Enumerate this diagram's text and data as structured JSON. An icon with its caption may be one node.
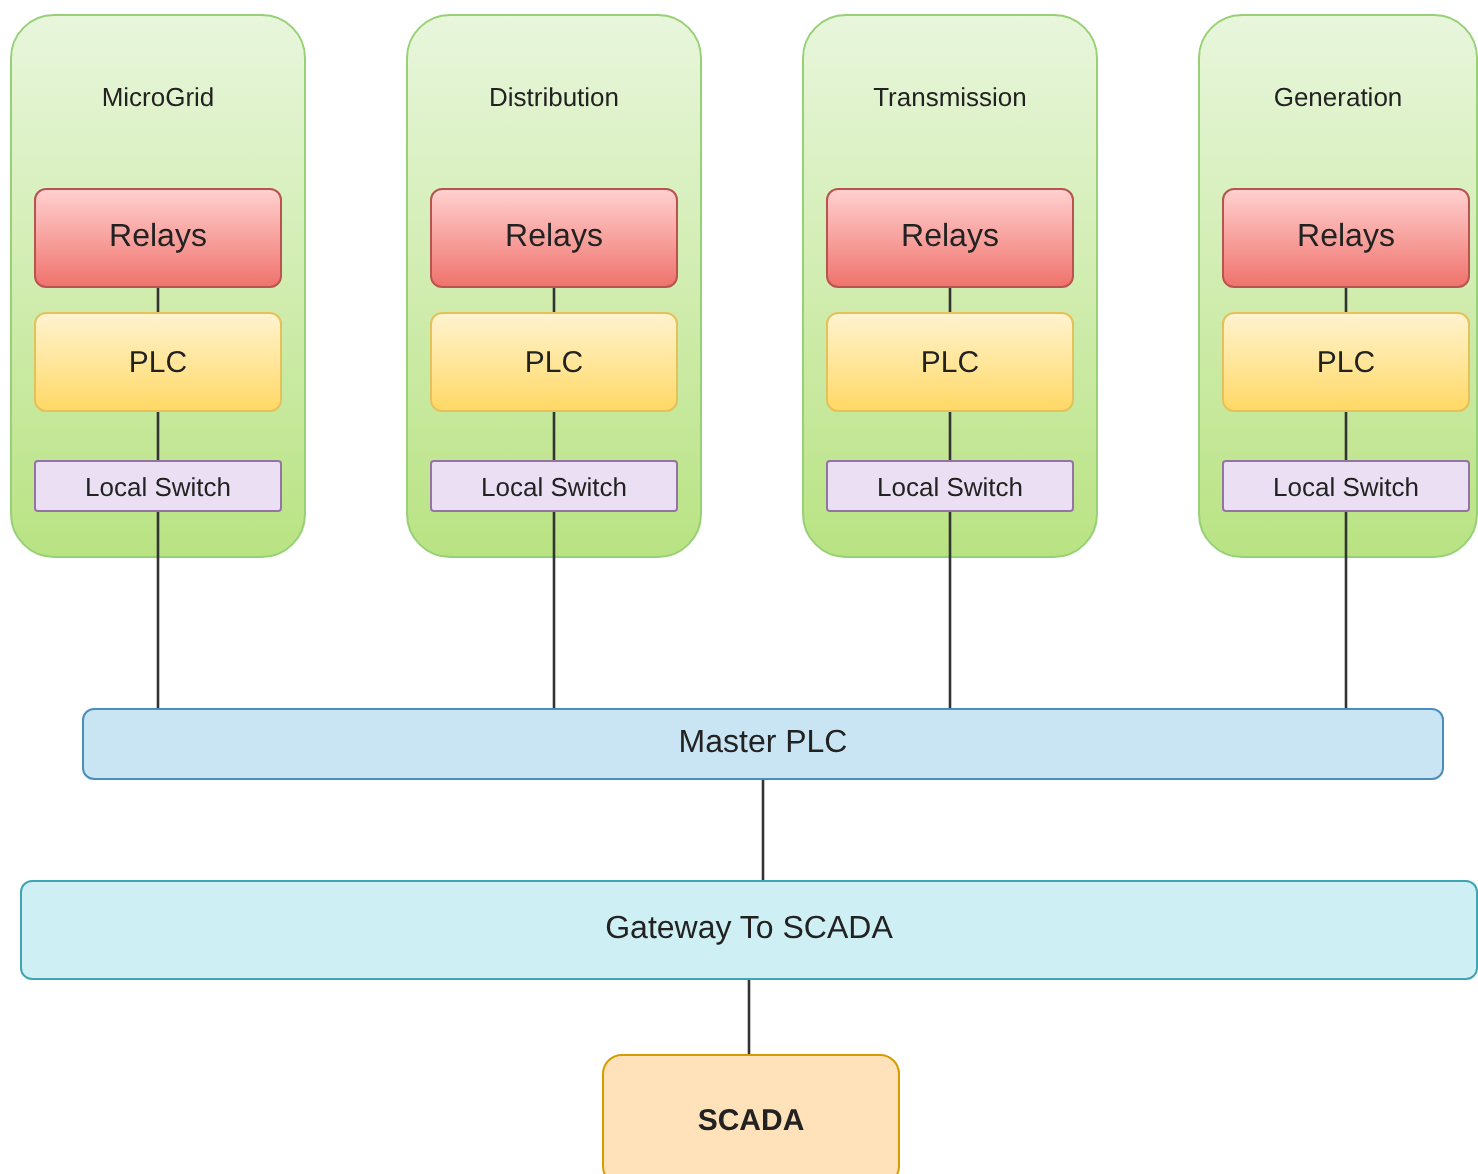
{
  "diagram": {
    "nodes": [
      {
        "text": [
          "MicroGrid"
        ]
      },
      {
        "text": [
          "Relays"
        ],
        "in": 0
      },
      {
        "text": [
          "PLC"
        ],
        "in": 0
      },
      {
        "text": [
          "Local Switch"
        ],
        "in": 0
      },
      {
        "text": [
          "Distribution"
        ]
      },
      {
        "text": [
          "Relays"
        ],
        "in": 4
      },
      {
        "text": [
          "PLC"
        ],
        "in": 4
      },
      {
        "text": [
          "Local Switch"
        ],
        "in": 4
      },
      {
        "text": [
          "Transmission"
        ]
      },
      {
        "text": [
          "Relays"
        ],
        "in": 8
      },
      {
        "text": [
          "PLC"
        ],
        "in": 8
      },
      {
        "text": [
          "Local Switch"
        ],
        "in": 8
      },
      {
        "text": [
          "Generation"
        ]
      },
      {
        "text": [
          "Relays"
        ],
        "in": 12
      },
      {
        "text": [
          "PLC"
        ],
        "in": 12
      },
      {
        "text": [
          "Local Switch"
        ],
        "in": 12
      },
      {
        "text": [
          "Master PLC"
        ]
      },
      {
        "text": [
          "Gateway To SCADA"
        ]
      },
      {
        "text": [
          "SCADA"
        ]
      }
    ],
    "edges": [
      {
        "from": 1,
        "to": 2,
        "arrow": "none"
      },
      {
        "from": 2,
        "to": 3,
        "arrow": "none"
      },
      {
        "from": 3,
        "to": 16,
        "arrow": "none"
      },
      {
        "from": 5,
        "to": 6,
        "arrow": "none"
      },
      {
        "from": 6,
        "to": 7,
        "arrow": "none"
      },
      {
        "from": 7,
        "to": 16,
        "arrow": "none"
      },
      {
        "from": 9,
        "to": 10,
        "arrow": "none"
      },
      {
        "from": 10,
        "to": 11,
        "arrow": "none"
      },
      {
        "from": 11,
        "to": 16,
        "arrow": "none"
      },
      {
        "from": 13,
        "to": 14,
        "arrow": "none"
      },
      {
        "from": 14,
        "to": 15,
        "arrow": "none"
      },
      {
        "from": 15,
        "to": 16,
        "arrow": "none"
      },
      {
        "from": 16,
        "to": 17,
        "arrow": "none"
      },
      {
        "from": 17,
        "to": 18,
        "arrow": "none"
      }
    ]
  }
}
